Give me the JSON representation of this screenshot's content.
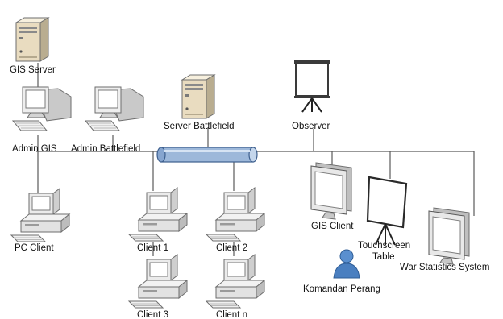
{
  "labels": {
    "gis_server": "GIS Server",
    "admin_gis": "Admin GIS",
    "admin_battlefield": "Admin Battlefield",
    "server_battlefield": "Server Battlefield",
    "observer": "Observer",
    "pc_client": "PC Client",
    "client_1": "Client 1",
    "client_2": "Client 2",
    "client_3": "Client 3",
    "client_n": "Client n",
    "gis_client": "GIS Client",
    "touchscreen_line1": "Touchscreen",
    "touchscreen_line2": "Table",
    "war_statistics_system": "War Statistics System",
    "komandan_perang": "Komandan Perang"
  },
  "colors": {
    "line": "#5a5a5a",
    "bus_fill": "#9db8da",
    "bus_stroke": "#3d5f8e",
    "device_light": "#f2f2f2",
    "device_mid": "#c9c9c9",
    "device_dark": "#8f8f8f",
    "server_tan": "#e9dcc0",
    "person": "#4a7fc0"
  }
}
